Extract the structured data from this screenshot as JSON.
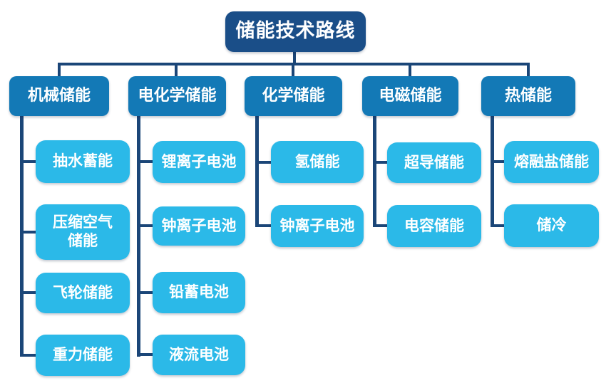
{
  "diagram": {
    "type": "tree",
    "root": {
      "label": "储能技术路线"
    },
    "branches": [
      {
        "label": "机械储能",
        "children": [
          "抽水蓄能",
          "压缩空气\n储能",
          "飞轮储能",
          "重力储能"
        ]
      },
      {
        "label": "电化学储能",
        "children": [
          "锂离子电池",
          "钟离子电池",
          "铅蓄电池",
          "液流电池"
        ]
      },
      {
        "label": "化学储能",
        "children": [
          "氢储能",
          "钟离子电池"
        ]
      },
      {
        "label": "电磁储能",
        "children": [
          "超导储能",
          "电容储能"
        ]
      },
      {
        "label": "热储能",
        "children": [
          "熔融盐储能",
          "储冷"
        ]
      }
    ],
    "colors": {
      "root_bg": "#1a4e88",
      "branch_bg": "#1379b6",
      "leaf_bg": "#2bb9e8",
      "connector": "#1b4678",
      "text": "#ffffff"
    }
  }
}
